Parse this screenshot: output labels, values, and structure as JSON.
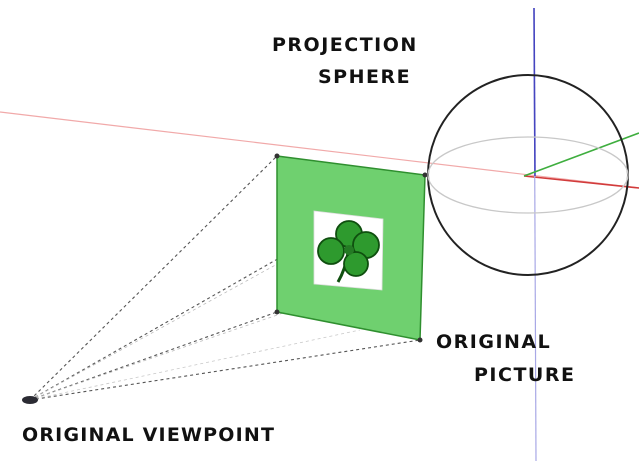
{
  "labels": {
    "projection_sphere": [
      "PROJECTION",
      "SPHERE"
    ],
    "original_picture": [
      "ORIGINAL",
      "PICTURE"
    ],
    "original_viewpoint": "ORIGINAL VIEWPOINT"
  },
  "colors": {
    "picture_plane": "#66cc66",
    "picture_plane_border": "#2f8f2f",
    "clover": "#2e9a2e",
    "clover_outline": "#0f4f0f",
    "axis_red": "#e06060",
    "axis_green": "#4cb04c",
    "axis_blue": "#5858c8",
    "ray_lines": "#444444",
    "sphere_outline": "#222222"
  },
  "icons": {
    "viewpoint": "eye-dot",
    "picture_content": "four-leaf-clover"
  }
}
